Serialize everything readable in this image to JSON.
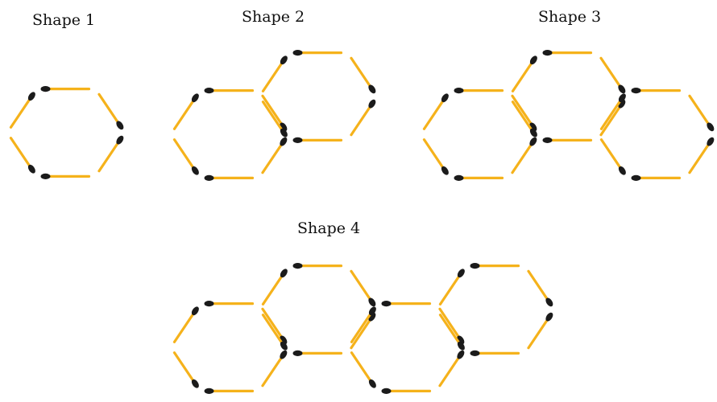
{
  "colors": {
    "stick": "#F5B21B",
    "head": "#1b1b1b",
    "background": "#ffffff"
  },
  "shapes": [
    {
      "label": "Shape 1",
      "hexagons": 1
    },
    {
      "label": "Shape 2",
      "hexagons": 2
    },
    {
      "label": "Shape 3",
      "hexagons": 3
    },
    {
      "label": "Shape 4",
      "hexagons": 4
    }
  ]
}
